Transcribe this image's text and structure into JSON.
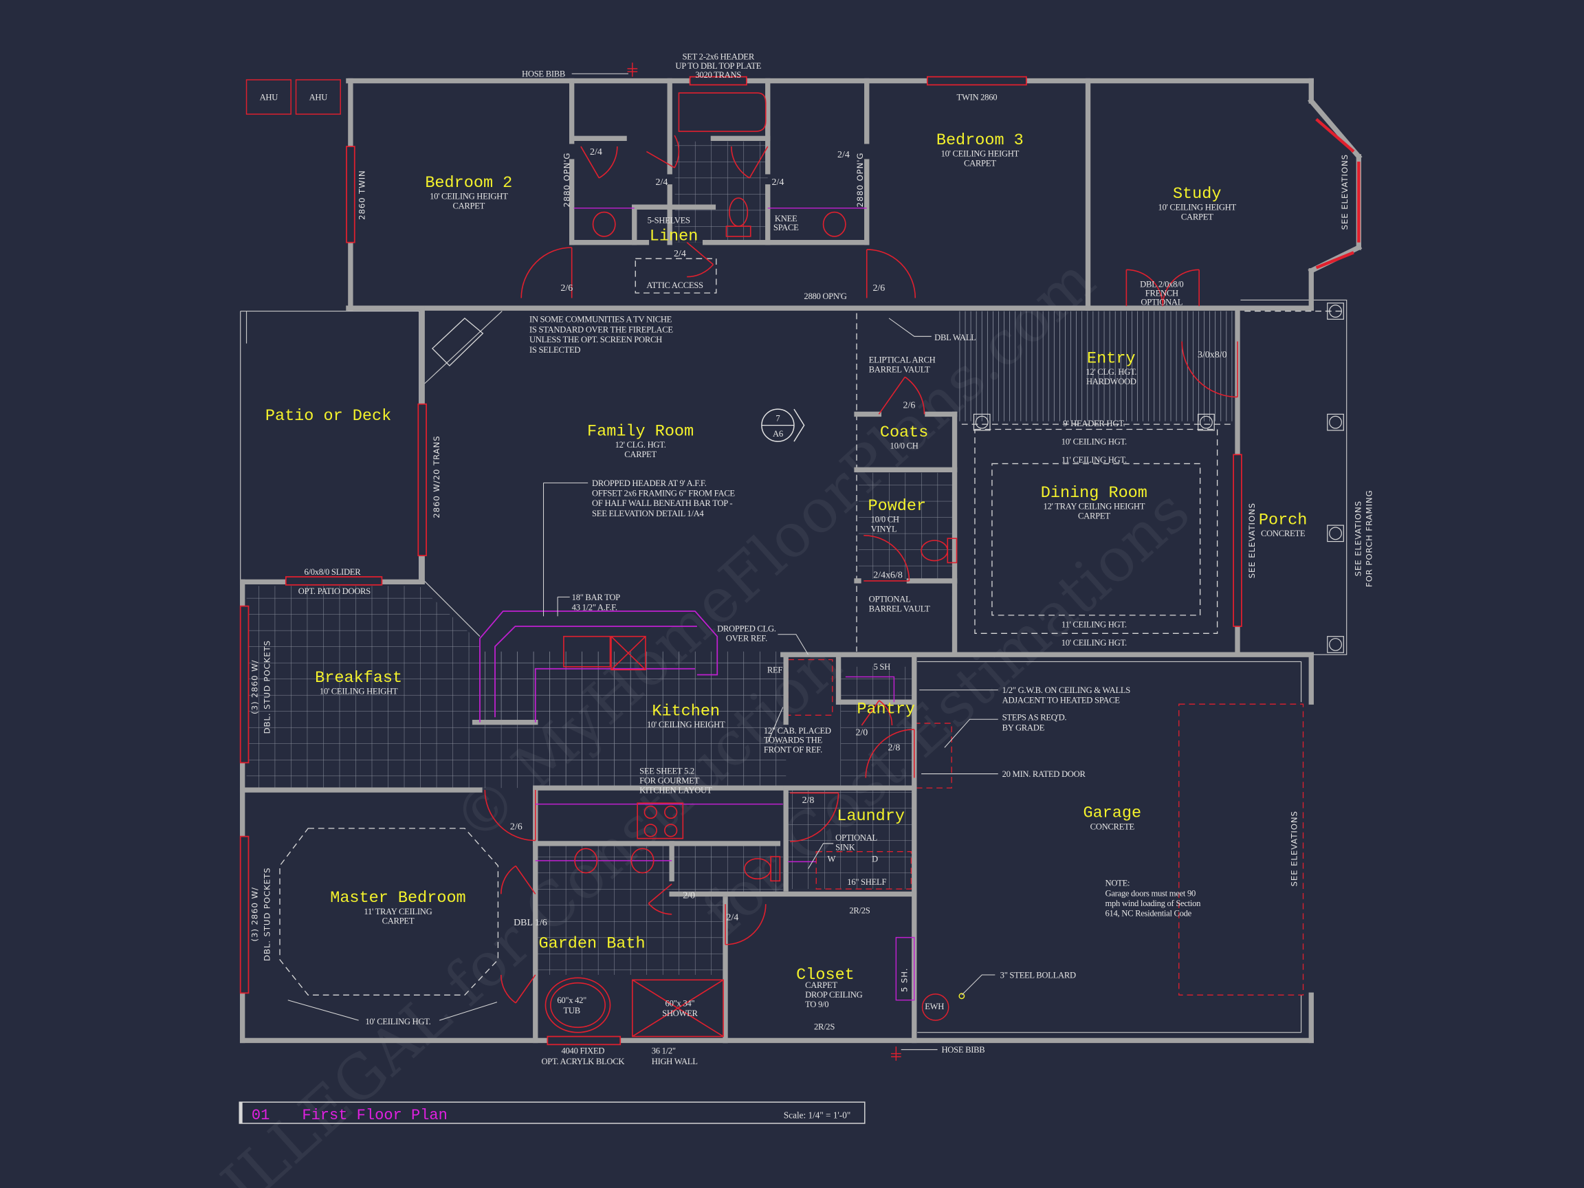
{
  "title_block": {
    "number": "01",
    "title": "First Floor Plan",
    "scale": "Scale: 1/4\" = 1'-0\""
  },
  "colors": {
    "background": "#262b3e",
    "wall": "#a3a3a3",
    "room_label": "#f4f22c",
    "fixture": "#e0202e",
    "cabinet": "#c020d0",
    "title": "#e020e0"
  },
  "rooms": {
    "bedroom_2": {
      "name": "Bedroom 2",
      "details": [
        "10' CEILING HEIGHT",
        "CARPET"
      ]
    },
    "bedroom_3": {
      "name": "Bedroom 3",
      "details": [
        "10' CEILING HEIGHT",
        "CARPET"
      ]
    },
    "study": {
      "name": "Study",
      "details": [
        "10' CEILING HEIGHT",
        "CARPET"
      ]
    },
    "linen": {
      "name": "Linen",
      "details": [
        "5-SHELVES"
      ]
    },
    "patio": {
      "name": "Patio or Deck",
      "details": []
    },
    "family_room": {
      "name": "Family Room",
      "details": [
        "12' CLG. HGT.",
        "CARPET"
      ]
    },
    "entry": {
      "name": "Entry",
      "details": [
        "12' CLG. HGT.",
        "HARDWOOD"
      ]
    },
    "coats": {
      "name": "Coats",
      "details": [
        "10/0 CH"
      ]
    },
    "powder": {
      "name": "Powder",
      "details": [
        "10/0 CH",
        "VINYL"
      ]
    },
    "dining_room": {
      "name": "Dining Room",
      "details": [
        "12' TRAY CEILING HEIGHT",
        "CARPET"
      ]
    },
    "porch": {
      "name": "Porch",
      "details": [
        "CONCRETE"
      ]
    },
    "breakfast": {
      "name": "Breakfast",
      "details": [
        "10' CEILING HEIGHT"
      ]
    },
    "kitchen": {
      "name": "Kitchen",
      "details": [
        "10' CEILING HEIGHT"
      ]
    },
    "pantry": {
      "name": "Pantry",
      "details": [
        "5 SH"
      ]
    },
    "laundry": {
      "name": "Laundry",
      "details": [
        "16\" SHELF"
      ]
    },
    "garage": {
      "name": "Garage",
      "details": [
        "CONCRETE"
      ]
    },
    "master_bedroom": {
      "name": "Master Bedroom",
      "details": [
        "11' TRAY CEILING",
        "CARPET"
      ]
    },
    "garden_bath": {
      "name": "Garden Bath",
      "details": []
    },
    "closet": {
      "name": "Closet",
      "details": [
        "CARPET",
        "DROP CEILING",
        "TO 9/0"
      ]
    }
  },
  "annotations": {
    "ahu": [
      "AHU",
      "AHU"
    ],
    "header_note": [
      "SET 2-2x6 HEADER",
      "UP TO DBL TOP PLATE",
      "3020 TRANS"
    ],
    "hose_bibb_top": "HOSE BIBB",
    "twin_2860_top": "TWIN 2860",
    "twin_2860_left": "2860 TWIN",
    "opening_bath_left": "2880 OPN'G",
    "opening_bath_right": "2880 OPN'G",
    "opening_hall": "2880 OPN'G",
    "knee_space": [
      "KNEE",
      "SPACE"
    ],
    "attic_access": "ATTIC ACCESS",
    "study_elevations": "SEE ELEVATIONS",
    "french_door": [
      "DBL 2/0x8/0",
      "FRENCH",
      "OPTIONAL"
    ],
    "tv_niche_note": [
      "IN SOME COMMUNITIES A TV NICHE",
      "IS STANDARD OVER THE FIREPLACE",
      "UNLESS THE OPT. SCREEN PORCH",
      "IS SELECTED"
    ],
    "dbl_wall": "DBL WALL",
    "arch_vault": [
      "ELIPTICAL ARCH",
      "BARREL VAULT"
    ],
    "section_marker": {
      "number": "7",
      "sheet": "A6"
    },
    "header_hgt": "9' HEADER HGT.",
    "dining_ceilings": [
      "10' CEILING HGT.",
      "11' CEILING HGT.",
      "11' CEILING HGT.",
      "10' CEILING HGT."
    ],
    "family_window": "2860 W/20 TRANS",
    "dropped_header_note": [
      "DROPPED HEADER AT 9' A.F.F.",
      "OFFSET 2x6 FRAMING 6\" FROM FACE",
      "OF HALF WALL BENEATH BAR TOP -",
      "SEE ELEVATION DETAIL 1/A4"
    ],
    "optional_vault": [
      "OPTIONAL",
      "BARREL VAULT"
    ],
    "slider": [
      "6/0x8/0 SLIDER",
      "OPT. PATIO DOORS"
    ],
    "bar_top": [
      "18\" BAR TOP",
      "43 1/2\" A.F.F."
    ],
    "dropped_clg": [
      "DROPPED CLG.",
      "OVER REF."
    ],
    "ref": "REF",
    "gwb_note": [
      "1/2\" G.W.B. ON CEILING & WALLS",
      "ADJACENT TO HEATED SPACE"
    ],
    "steps_note": [
      "STEPS AS REQ'D.",
      "BY GRADE"
    ],
    "cab_note": [
      "12\" CAB. PLACED",
      "TOWARDS THE",
      "FRONT OF REF."
    ],
    "rated_door": "20 MIN. RATED DOOR",
    "sheet_note": [
      "SEE SHEET 5.2",
      "FOR GOURMET",
      "KITCHEN LAYOUT"
    ],
    "porch_elevations": "SEE ELEVATIONS",
    "porch_framing": [
      "SEE ELEVATIONS",
      "FOR PORCH FRAMING"
    ],
    "breakfast_window": [
      "(3) 2860 W/",
      "DBL. STUD POCKETS"
    ],
    "master_window": [
      "(3) 2860 W/",
      "DBL. STUD POCKETS"
    ],
    "optional_sink": [
      "OPTIONAL",
      "SINK"
    ],
    "washer": "W",
    "dryer": "D",
    "closet_shelving": [
      "2R/2S",
      "2R/2S"
    ],
    "closet_shelf": "5 SH.",
    "tub": [
      "60\"x 42\"",
      "TUB"
    ],
    "shower": [
      "60\"x 34\"",
      "SHOWER"
    ],
    "master_ceiling": "10' CEILING HGT.",
    "ewh": "EWH",
    "bollard": "3\" STEEL BOLLARD",
    "garage_note": [
      "NOTE:",
      "Garage doors must meet 90",
      "mph wind loading of Section",
      "614, NC Residential Code"
    ],
    "garage_elevations": "SEE ELEVATIONS",
    "bath_window": [
      "4040 FIXED",
      "OPT. ACRYLK BLOCK"
    ],
    "high_wall": [
      "36 1/2\"",
      "HIGH WALL"
    ],
    "hose_bibb_bottom": "HOSE BIBB"
  },
  "door_sizes": [
    "2/4",
    "2/4",
    "2/4",
    "2/4",
    "2/4",
    "2/6",
    "2/6",
    "2/6",
    "3/0x8/0",
    "2/4x6/8",
    "2/0",
    "2/8",
    "2/6",
    "2/8",
    "2/0",
    "2/4",
    "DBL 1/6"
  ],
  "watermark": [
    "© MyHomeFloorPlans.com",
    "ILLEGAL for Construction",
    "for Cost Estimations"
  ]
}
